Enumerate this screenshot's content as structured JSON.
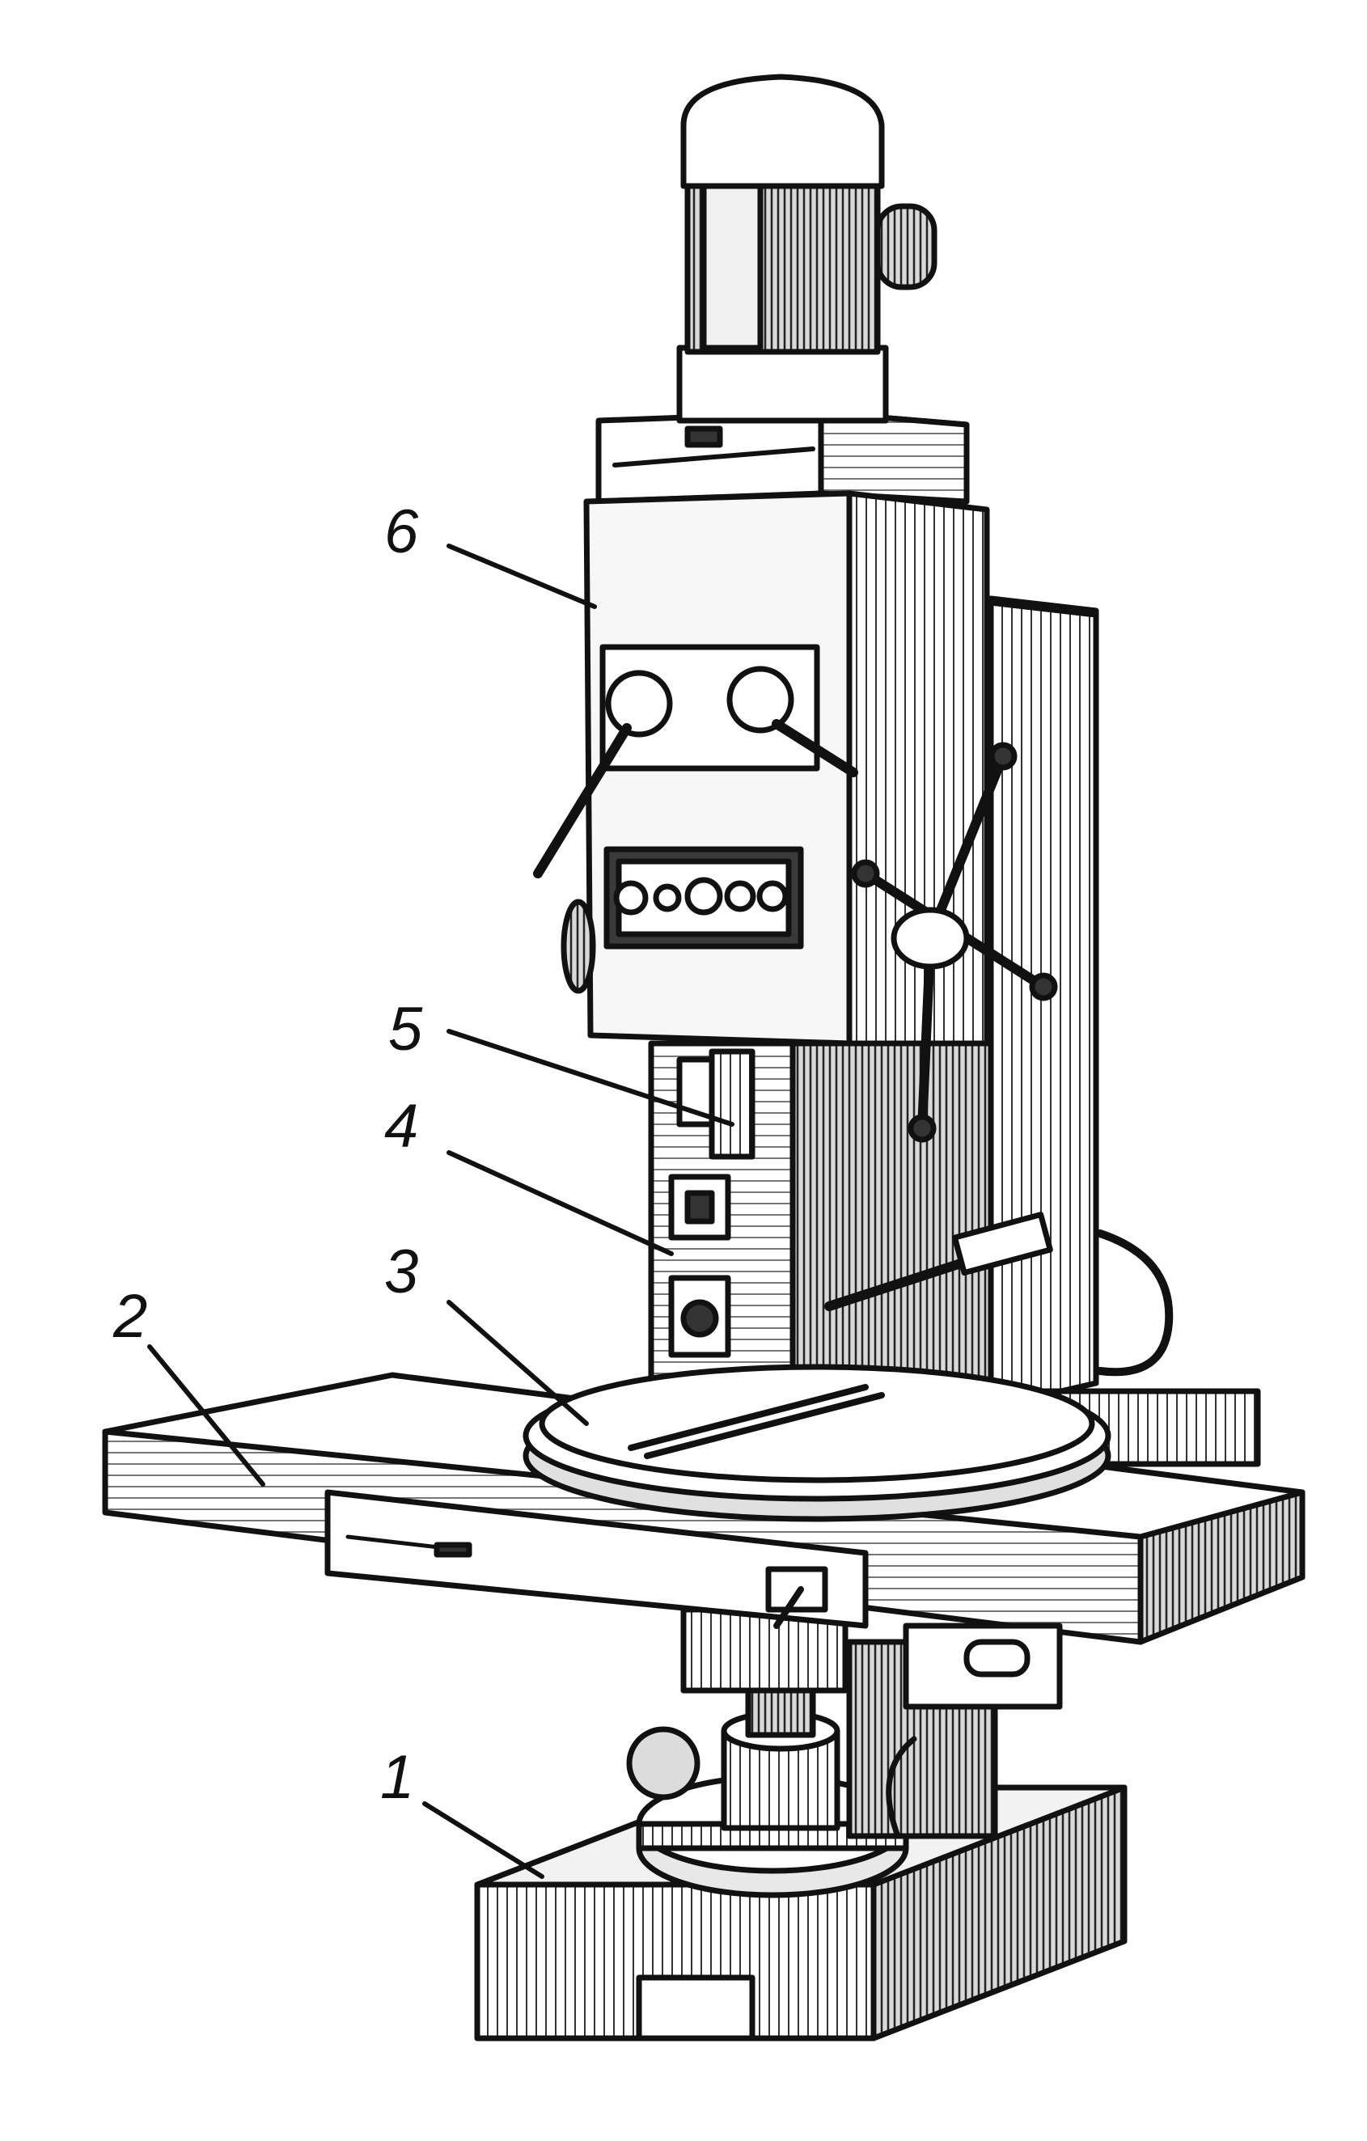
{
  "diagram": {
    "labels": [
      {
        "id": "1",
        "text": "1"
      },
      {
        "id": "2",
        "text": "2"
      },
      {
        "id": "3",
        "text": "3"
      },
      {
        "id": "4",
        "text": "4"
      },
      {
        "id": "5",
        "text": "5"
      },
      {
        "id": "6",
        "text": "6"
      }
    ]
  },
  "colors": {
    "ink": "#111111",
    "paper": "#ffffff",
    "shade_light": "#e6e6e6",
    "shade_mid": "#b8b8b8",
    "shade_dark": "#4a4a4a"
  }
}
